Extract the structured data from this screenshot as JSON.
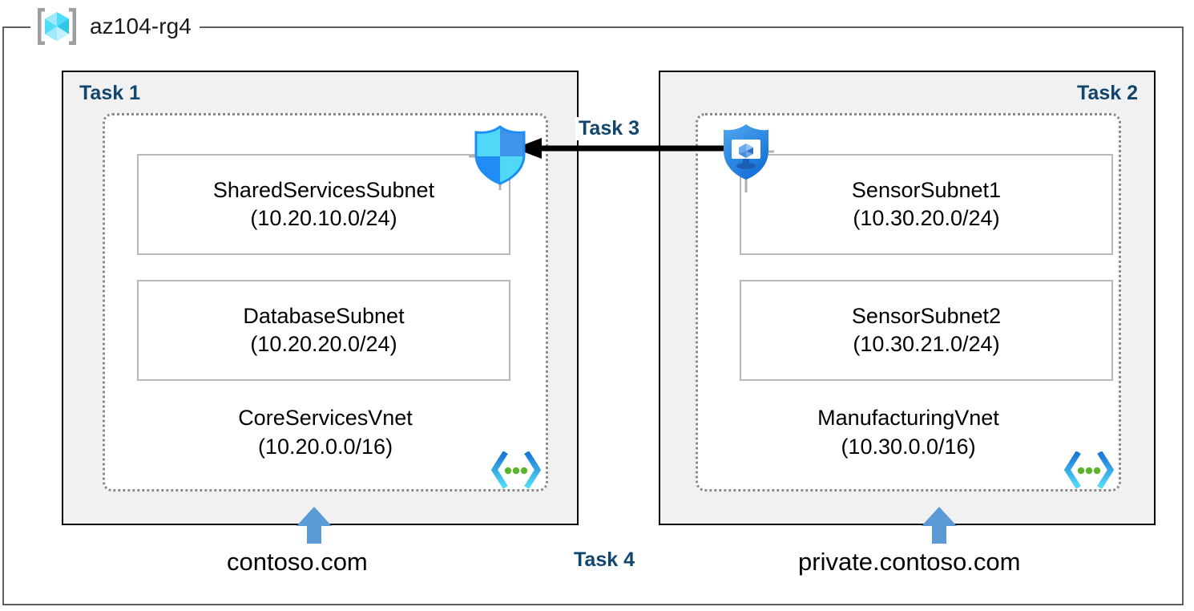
{
  "resource_group": {
    "name": "az104-rg4",
    "icon": "azure-resource-group-icon"
  },
  "panels": [
    {
      "id": "task1",
      "label": "Task 1",
      "label_color": "#10456e",
      "vnet": {
        "name": "CoreServicesVnet",
        "cidr": "(10.20.0.0/16)",
        "icon": "virtual-network-icon",
        "subnets": [
          {
            "name": "SharedServicesSubnet",
            "cidr": "(10.20.10.0/24)"
          },
          {
            "name": "DatabaseSubnet",
            "cidr": "(10.20.20.0/24)"
          }
        ]
      },
      "dns_zone": "contoso.com",
      "dns_arrow_icon": "up-arrow-icon"
    },
    {
      "id": "task2",
      "label": "Task 2",
      "label_color": "#10456e",
      "vnet": {
        "name": "ManufacturingVnet",
        "cidr": "(10.30.0.0/16)",
        "icon": "virtual-network-icon",
        "subnets": [
          {
            "name": "SensorSubnet1",
            "cidr": "(10.30.20.0/24)"
          },
          {
            "name": "SensorSubnet2",
            "cidr": "(10.30.21.0/24)"
          }
        ]
      },
      "dns_zone": "private.contoso.com",
      "dns_arrow_icon": "up-arrow-icon"
    }
  ],
  "connections": {
    "peering": {
      "label": "Task 3",
      "label_color": "#10456e",
      "direction": "right-to-left",
      "icon": "peering-arrow-icon"
    },
    "dns": {
      "label": "Task 4",
      "label_color": "#10456e"
    }
  },
  "icons": {
    "nsg": "network-security-group-shield-icon",
    "bastion": "azure-bastion-shield-icon"
  },
  "colors": {
    "task_label": "#10456e",
    "panel_fill": "#f1f1f1",
    "panel_border": "#000000",
    "vnet_border": "#8a8a8a",
    "subnet_border": "#b7b7b7",
    "frame_border": "#5e5e5e",
    "dns_arrow": "#5b9bd5",
    "shield_blue": "#1f8df5",
    "vnet_glyph_blue": "#1b7ad6",
    "vnet_glyph_cyan": "#50d8f7",
    "vnet_glyph_green": "#5ab52a"
  }
}
